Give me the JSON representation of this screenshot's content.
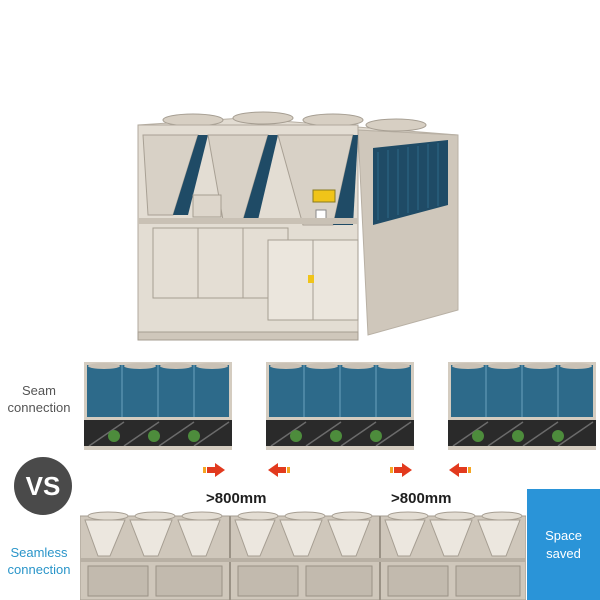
{
  "labels": {
    "seam": "Seam connection",
    "seamless": "Seamless connection",
    "vs": "VS",
    "gap_1": ">800mm",
    "gap_2": ">800mm",
    "space_saved": "Space saved"
  },
  "colors": {
    "accent_blue": "#2a95c9",
    "space_saved_bg": "#2a94d8",
    "vs_badge": "#4a4a4a",
    "arrow_red": "#e23a1e",
    "arrow_stripe": "#f5a623",
    "unit_panel": "#d9d2c7",
    "coil_blue": "#1f4b66"
  },
  "icons": {
    "arrow": "arrow-right-icon",
    "arrow_reverse": "arrow-left-icon"
  }
}
